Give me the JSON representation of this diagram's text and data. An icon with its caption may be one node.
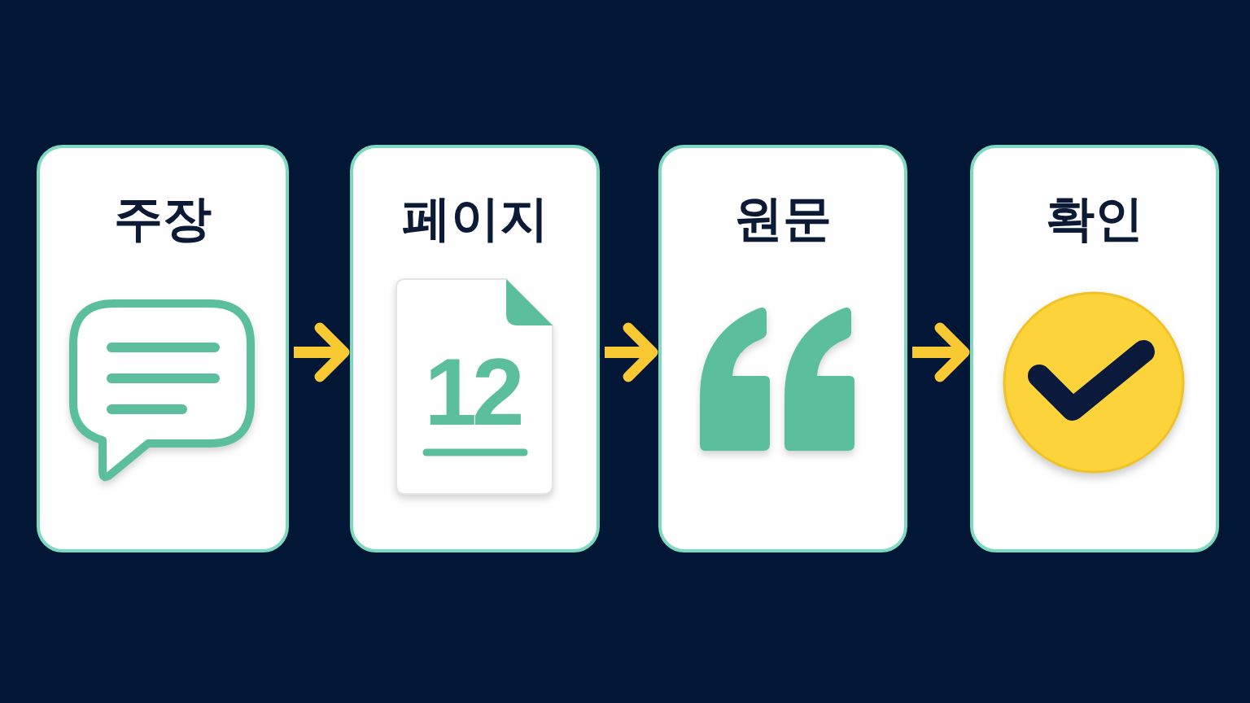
{
  "diagram": {
    "nodes": [
      {
        "text": [
          "주장"
        ]
      },
      {
        "text": [
          "페이지",
          "12"
        ]
      },
      {
        "text": [
          "원문"
        ]
      },
      {
        "text": [
          "확인"
        ]
      }
    ],
    "edges": [
      {
        "from": 0,
        "to": 1,
        "arrow": "to"
      },
      {
        "from": 1,
        "to": 2,
        "arrow": "to"
      },
      {
        "from": 2,
        "to": 3,
        "arrow": "to"
      }
    ]
  }
}
